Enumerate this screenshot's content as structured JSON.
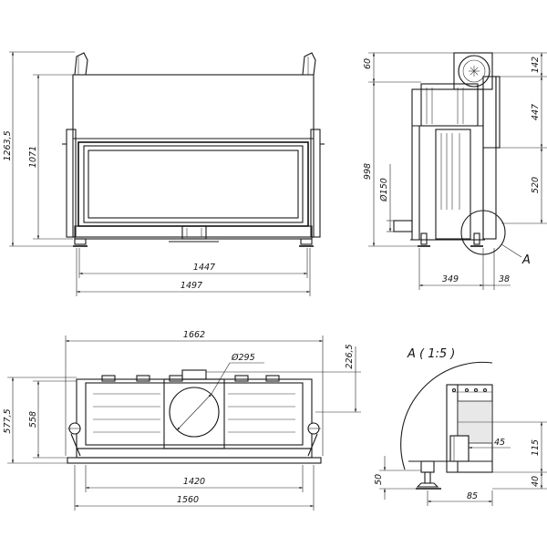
{
  "front_view": {
    "width_outer": "1497",
    "width_inner": "1447",
    "height_total": "1263,5",
    "height_body": "1071"
  },
  "side_view": {
    "top_offset": "60",
    "height_998": "998",
    "flue_dia": "Ø150",
    "right_142": "142",
    "right_447": "447",
    "right_520": "520",
    "bottom_349": "349",
    "bottom_38": "38",
    "detail_ref": "A"
  },
  "top_view": {
    "width_1662": "1662",
    "width_1420": "1420",
    "width_1560": "1560",
    "depth_5775": "577,5",
    "depth_558": "558",
    "offset_2265": "226,5",
    "dia_295": "Ø295"
  },
  "detail_view": {
    "title": "A ( 1:5 )",
    "dim_45": "45",
    "dim_115": "115",
    "dim_50": "50",
    "dim_40": "40",
    "dim_85": "85"
  }
}
